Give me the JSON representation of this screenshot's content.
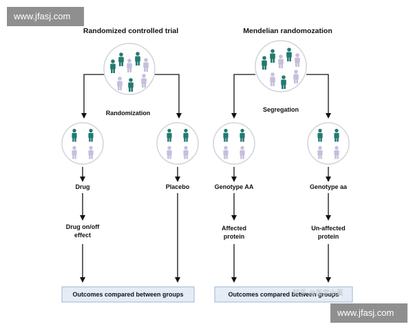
{
  "watermark_top": "www.jfasj.com",
  "watermark_bottom": "www.jfasj.com",
  "inline_watermark": "知乎 @医学小蛋",
  "colors": {
    "teal": "#237a70",
    "lavender": "#c7bedc",
    "circle_fill": "#ffffff",
    "circle_stroke": "#cfd4dc",
    "box_fill": "#e4ecf7",
    "box_stroke": "#9fb4cf",
    "arrow": "#111111"
  },
  "left": {
    "title": "Randomized controlled trial",
    "split_label": "Randomization",
    "arm1": {
      "label": "Drug",
      "effect": [
        "Drug on/off",
        "effect"
      ]
    },
    "arm2": {
      "label": "Placebo"
    },
    "outcome": "Outcomes compared between groups"
  },
  "right": {
    "title": "Mendelian randomozation",
    "split_label": "Segregation",
    "arm1": {
      "label": "Genotype AA",
      "effect": [
        "Affected",
        "protein"
      ]
    },
    "arm2": {
      "label": "Genotype aa",
      "effect": [
        "Un-affected",
        "protein"
      ]
    },
    "outcome": "Outcomes compared between groups"
  }
}
